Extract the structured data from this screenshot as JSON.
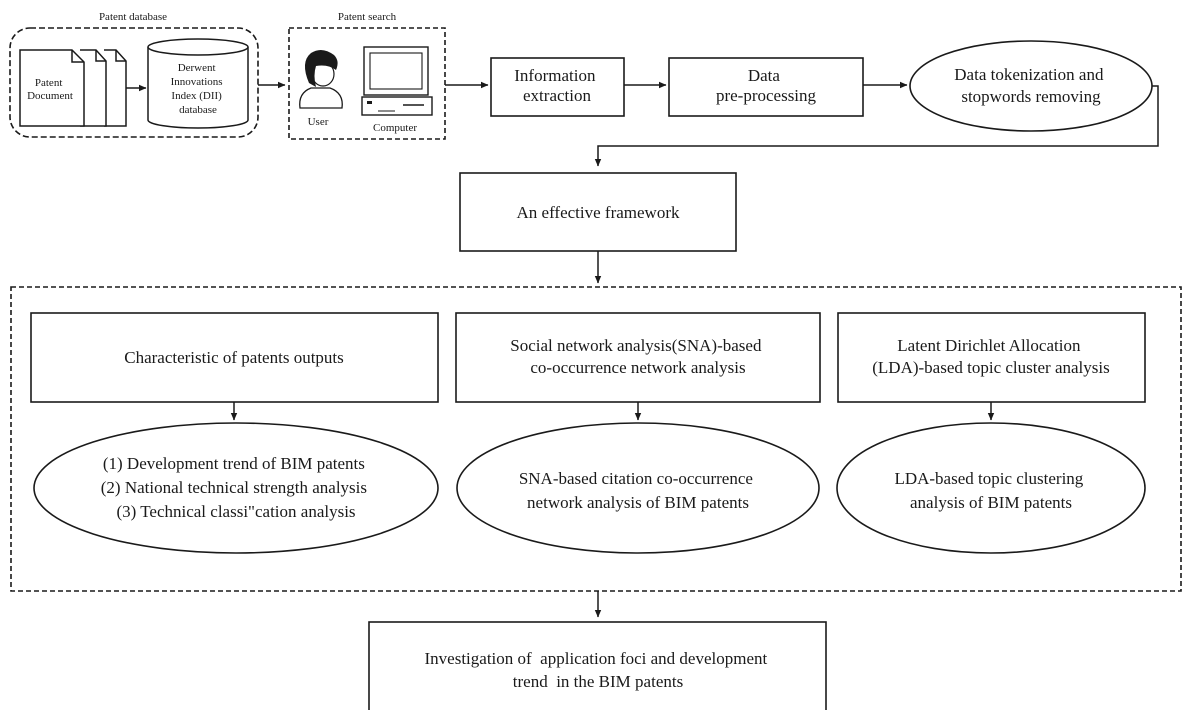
{
  "patent_database": {
    "title": "Patent database",
    "document_label": [
      "Patent",
      "Document"
    ],
    "database_label": [
      "Derwent",
      "Innovations",
      "Index (DII)",
      "database"
    ]
  },
  "patent_search": {
    "title": "Patent search",
    "user_label": "User",
    "computer_label": "Computer"
  },
  "steps": {
    "information_extraction": [
      "Information",
      "extraction"
    ],
    "data_preprocessing": [
      "Data",
      "pre-processing"
    ],
    "tokenization": [
      "Data tokenization and",
      "stopwords removing"
    ]
  },
  "framework": {
    "label": "An effective framework"
  },
  "analyses": [
    {
      "box": [
        "Characteristic of patents outputs"
      ],
      "result": [
        "(1) Development trend of BIM patents",
        "(2) National technical strength analysis",
        "(3) Technical classi\"cation analysis"
      ]
    },
    {
      "box": [
        "Social network analysis(SNA)-based",
        "co-occurrence network analysis"
      ],
      "result": [
        "SNA-based citation co-occurrence",
        "network analysis of BIM patents"
      ]
    },
    {
      "box": [
        "Latent Dirichlet Allocation",
        "(LDA)-based topic cluster analysis"
      ],
      "result": [
        "LDA-based topic clustering",
        "analysis of BIM patents"
      ]
    }
  ],
  "investigation": {
    "label": [
      "Investigation of  application foci and development",
      "trend  in the BIM patents"
    ]
  },
  "colors": {
    "stroke": "#1a1a1a",
    "background": "#ffffff"
  },
  "icons": [
    "document-icon",
    "database-cylinder-icon",
    "user-icon",
    "computer-icon"
  ]
}
